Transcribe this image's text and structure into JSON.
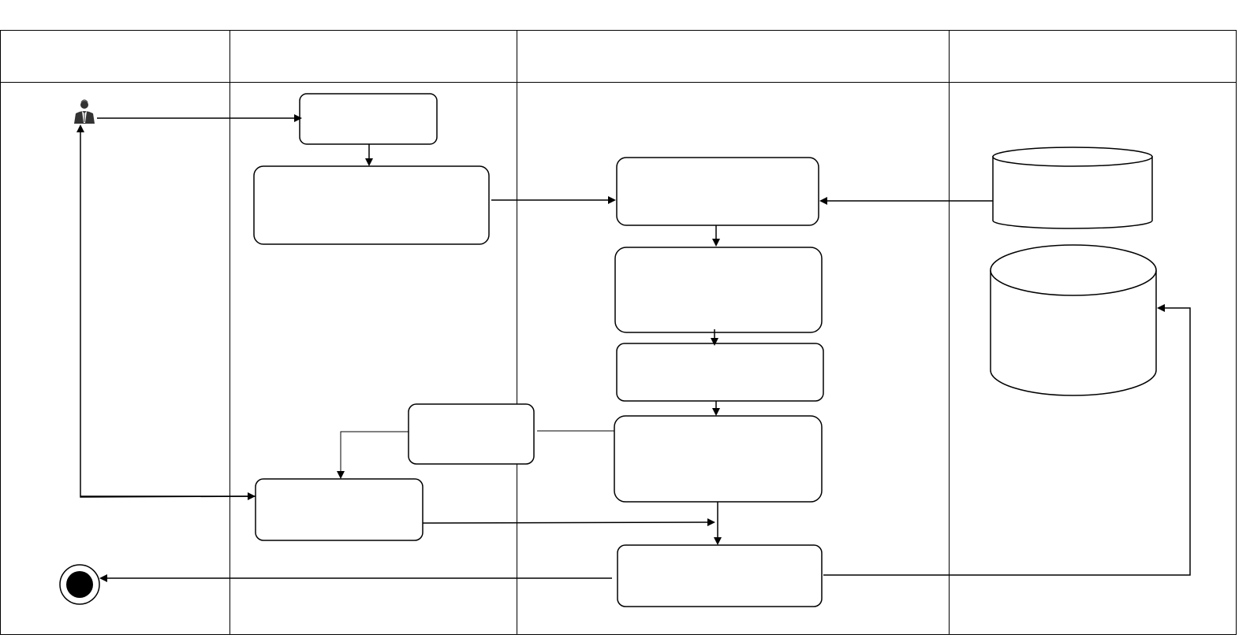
{
  "diagram": {
    "type": "uml-activity-swimlane",
    "lanes": [
      {
        "id": "lane-actor",
        "title": ""
      },
      {
        "id": "lane-2",
        "title": ""
      },
      {
        "id": "lane-3",
        "title": ""
      },
      {
        "id": "lane-data",
        "title": ""
      }
    ],
    "nodes": [
      {
        "id": "start-actor",
        "kind": "actor-icon",
        "icon": "user-icon"
      },
      {
        "id": "activity-1",
        "kind": "activity",
        "label": ""
      },
      {
        "id": "activity-2",
        "kind": "activity",
        "label": ""
      },
      {
        "id": "activity-3",
        "kind": "activity",
        "label": ""
      },
      {
        "id": "activity-4",
        "kind": "activity",
        "label": ""
      },
      {
        "id": "activity-5",
        "kind": "activity",
        "label": ""
      },
      {
        "id": "activity-6",
        "kind": "activity",
        "label": ""
      },
      {
        "id": "activity-7",
        "kind": "activity",
        "label": ""
      },
      {
        "id": "activity-8",
        "kind": "activity",
        "label": ""
      },
      {
        "id": "activity-9",
        "kind": "activity",
        "label": ""
      },
      {
        "id": "datastore-1",
        "kind": "database",
        "label": ""
      },
      {
        "id": "datastore-2",
        "kind": "database",
        "label": ""
      },
      {
        "id": "end-node",
        "kind": "final-node"
      }
    ],
    "edges": [
      {
        "from": "start-actor",
        "to": "activity-1"
      },
      {
        "from": "activity-1",
        "to": "activity-2"
      },
      {
        "from": "activity-2",
        "to": "activity-3"
      },
      {
        "from": "datastore-1",
        "to": "activity-3"
      },
      {
        "from": "activity-3",
        "to": "activity-4"
      },
      {
        "from": "activity-4",
        "to": "activity-5"
      },
      {
        "from": "activity-5",
        "to": "activity-6"
      },
      {
        "from": "activity-6",
        "to": "activity-7",
        "via": "activity-8"
      },
      {
        "from": "activity-7",
        "to": "start-actor"
      },
      {
        "from": "activity-7",
        "to": "activity-9"
      },
      {
        "from": "activity-6",
        "to": "activity-9"
      },
      {
        "from": "activity-9",
        "to": "datastore-2"
      },
      {
        "from": "activity-9",
        "to": "end-node"
      }
    ],
    "colors": {
      "stroke": "#000000",
      "fill": "#ffffff",
      "final": "#000000"
    }
  }
}
